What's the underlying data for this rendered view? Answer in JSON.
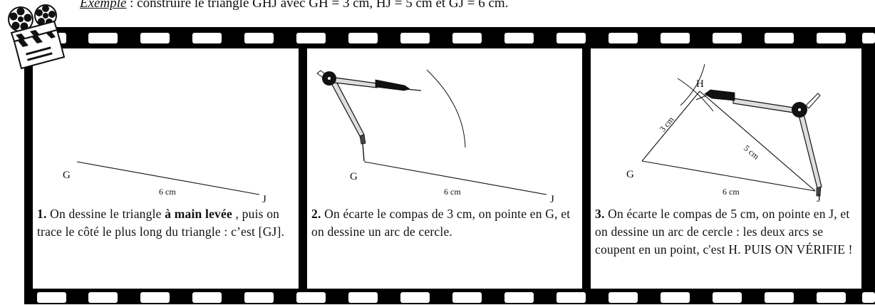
{
  "example": {
    "label": "Exemple",
    "text": " : construire le triangle GHJ avec GH = 3 cm, HJ = 5 cm et GJ = 6 cm."
  },
  "panels": [
    {
      "number": "1.",
      "text_before": " On dessine le triangle ",
      "bold": "à main levée",
      "text_after": " , puis on trace le côté le plus long du triangle : c’est [GJ].",
      "labels": {
        "G": "G",
        "J": "J",
        "gj": "6 cm"
      }
    },
    {
      "number": "2.",
      "text": " On écarte le compas de 3 cm, on pointe en G, et on dessine un arc de cercle.",
      "labels": {
        "G": "G",
        "J": "J",
        "gj": "6 cm"
      }
    },
    {
      "number": "3.",
      "text": " On écarte le compas de 5 cm, on pointe en J, et on dessine un arc de cercle : les deux arcs se coupent en un point, c'est H. PUIS ON VÉRIFIE !",
      "labels": {
        "G": "G",
        "H": "H",
        "J": "J",
        "gj": "6 cm",
        "gh": "3 cm",
        "hj": "5 cm"
      }
    }
  ],
  "icons": {
    "logo": "film-reel-clapperboard-icon",
    "compass": "compass-icon"
  }
}
